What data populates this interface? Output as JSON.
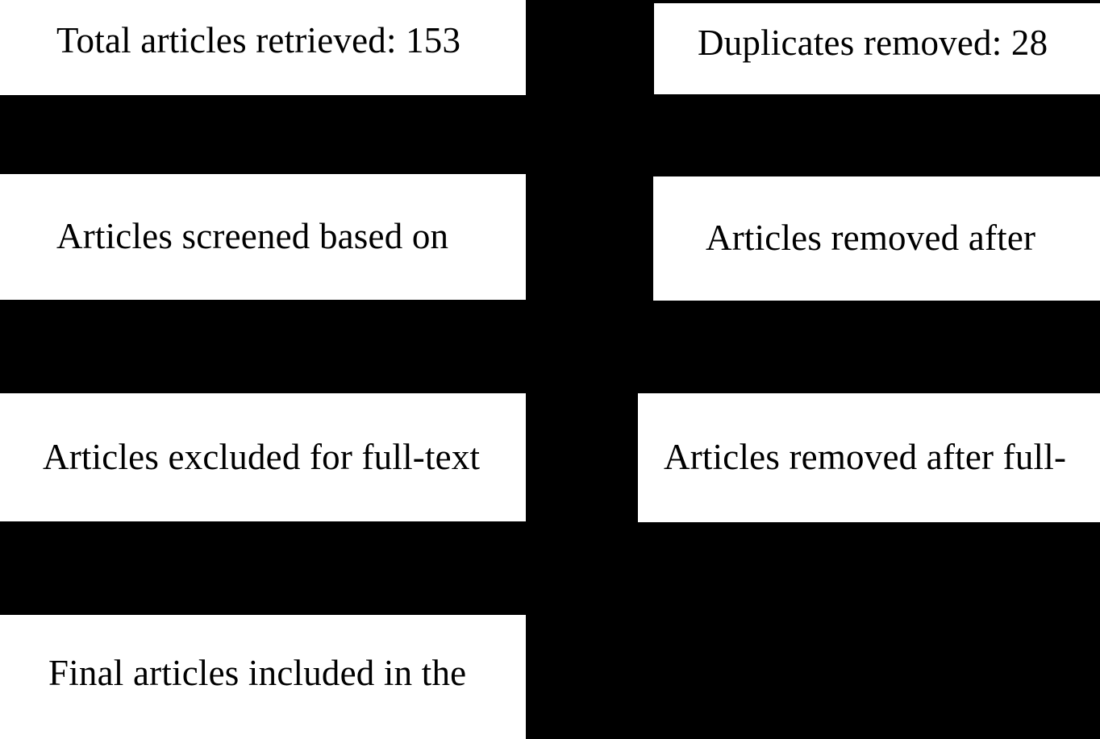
{
  "diagram": {
    "type": "prisma-flow-diagram",
    "background_color": "#000000",
    "box_fill_color": "#ffffff",
    "text_color": "#000000",
    "stages": {
      "identification": {
        "total_retrieved": "Total articles retrieved: 153",
        "duplicates_removed": "Duplicates removed: 28"
      },
      "screening": {
        "screened": "Articles screened based on",
        "removed_after_screening": "Articles removed after"
      },
      "eligibility": {
        "excluded_full_text": "Articles excluded for full-text",
        "removed_after_full_text": "Articles removed after full-"
      },
      "included": {
        "final_included": "Final articles included in the"
      }
    }
  }
}
